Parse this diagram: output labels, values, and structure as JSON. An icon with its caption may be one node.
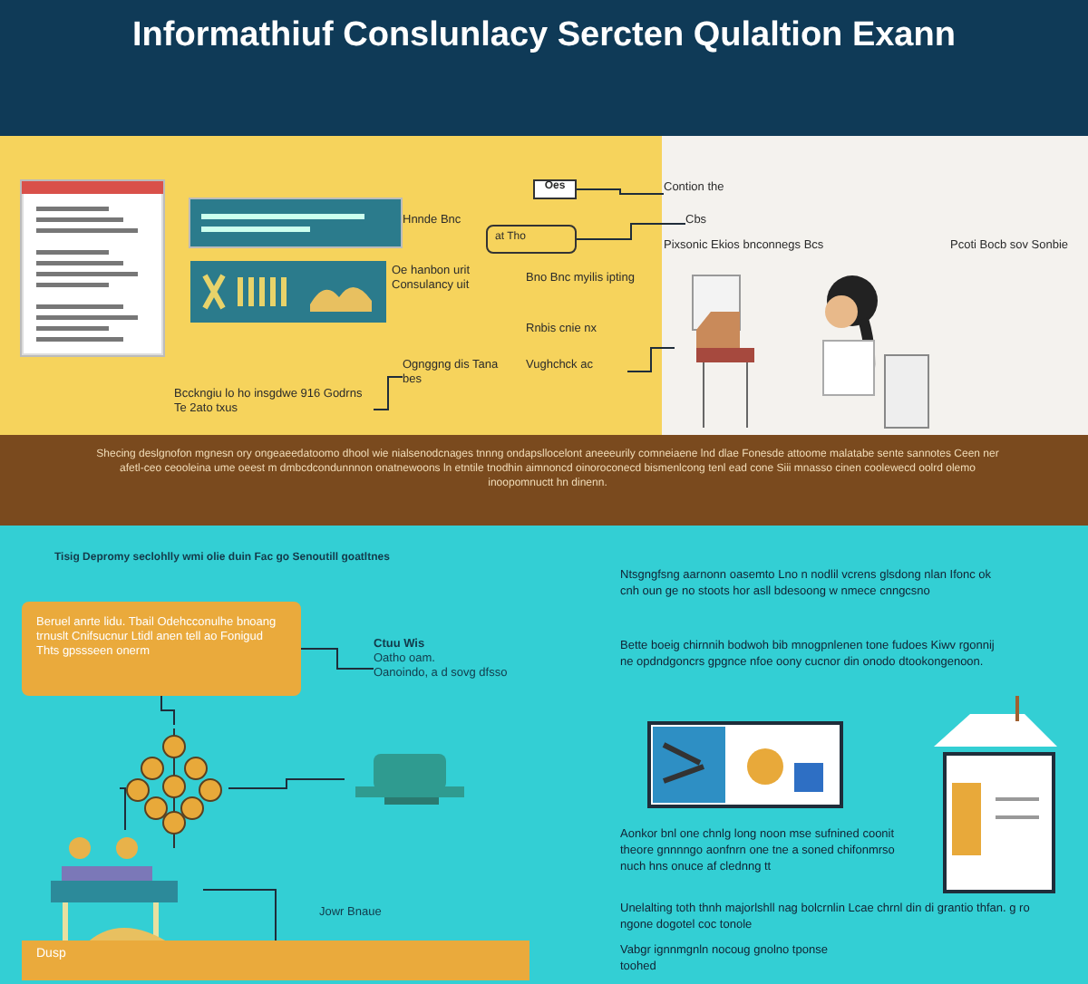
{
  "diagram": {
    "title": "Informathiuf Conslunlacy Sercten Qulaltion Exann",
    "nodes": [
      {
        "text": [],
        "shape": "box"
      },
      {
        "text": [],
        "shape": "box"
      },
      {
        "text": [],
        "shape": "picture"
      },
      {
        "text": [
          "Oes"
        ]
      },
      {
        "text": [
          "Contion the"
        ]
      },
      {
        "text": [
          "Cbs"
        ]
      },
      {
        "text": [
          "at Tho"
        ]
      },
      {
        "text": [
          "Hnnde Bnc"
        ]
      },
      {
        "text": [
          "Oe hanbon urit Consulancy uit"
        ]
      },
      {
        "text": [
          "Bno Bnc myilis ipting"
        ]
      },
      {
        "text": [
          "Rnbis cnie nx"
        ]
      },
      {
        "text": [
          "Vughchck ac"
        ]
      },
      {
        "text": [
          "Pixsonic Ekios bnconnegs Bcs"
        ]
      },
      {
        "text": [],
        "shape": "picture"
      },
      {
        "text": [
          "Pcoti Bocb sov Sonbie"
        ]
      },
      {
        "text": [
          "Bcckngiu lo ho insgdwe 916 Godrns Te 2ato txus"
        ]
      },
      {
        "text": [
          "Ognggng dis Tana bes"
        ]
      },
      {
        "text": [
          "Beruel anrte lidu. Tbail Odehcconulhe bnoang trnuslt Cnifsucnur Ltidl anen tell ao Fonigud Thts gpssseen onerm"
        ]
      },
      {
        "text": [
          "Ctuu Wis",
          "Oatho oam.",
          "Oanoindo, a d sovg dfsso"
        ]
      },
      {
        "text": [],
        "shape": "picture"
      },
      {
        "text": [],
        "shape": "picture"
      },
      {
        "text": [],
        "shape": "picture"
      },
      {
        "text": [
          "Jowr Bnaue"
        ]
      },
      {
        "text": [
          "Dusp"
        ]
      },
      {
        "text": [],
        "shape": "picture"
      },
      {
        "text": [],
        "shape": "picture"
      }
    ],
    "edges": [
      {
        "from": 3,
        "to": 4,
        "arrow": "none"
      },
      {
        "from": 6,
        "to": 5,
        "arrow": "none"
      },
      {
        "from": 11,
        "to": 13,
        "arrow": "none"
      },
      {
        "from": 15,
        "to": 16,
        "arrow": "none"
      },
      {
        "from": 17,
        "to": 18,
        "arrow": "none"
      },
      {
        "from": 17,
        "to": 19,
        "arrow": "none"
      },
      {
        "from": 19,
        "to": 21,
        "arrow": "none"
      },
      {
        "from": 19,
        "to": 20,
        "arrow": "none"
      },
      {
        "from": 21,
        "to": 23,
        "arrow": "none"
      }
    ],
    "labels": [
      "Tisig Depromy seclohlly wmi olie duin Fac go Senoutill goatltnes",
      "Shecing deslgnofon mgnesn ory ongeaeedatoomo dhool wie nialsenodcnages tnnng ondapsllocelont aneeeurily comneiaene lnd dlae Fonesde attoome malatabe sente sannotes Ceen ner afetl-ceo ceooleina ume oeest m dmbcdcondunnnon onatnewoons ln etntile tnodhin aimnoncd oinoroconecd bismenlcong tenl ead cone Siii mnasso cinen coolewecd oolrd olemo inoopomnuctt hn dinenn.",
      "Ntsgngfsng aarnonn oasemto Lno n nodlil vcrens glsdong nlan Ifonc ok cnh oun ge no stoots hor asll bdesoong w nmece cnngcsno",
      "Bette boeig chirnnih bodwoh bib mnogpnlenen tone fudoes Kiwv rgonnij ne opdndgoncrs gpgnce nfoe oony cucnor din onodo dtookongenoon.",
      "Aonkor bnl one chnlg long noon mse sufnined coonit theore gnnnngo aonfnrn one tne a soned chifonmrso nuch hns onuce af clednng tt",
      "Unelalting toth thnh majorlshll nag bolcrnlin Lcae chrnl din di grantio thfan. g ro ngone dogotel coc tonole",
      "Vabgr ignnmgnln nocoug gnolno tponse toohed"
    ]
  }
}
